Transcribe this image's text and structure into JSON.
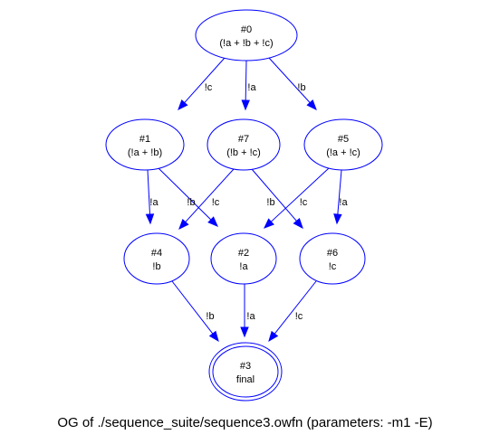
{
  "caption": "OG of ./sequence_suite/sequence3.owfn (parameters: -m1 -E)",
  "colors": {
    "stroke": "#0000ff",
    "text": "#000000",
    "background": "#ffffff"
  },
  "nodes": [
    {
      "id": "0",
      "title": "#0",
      "annotation": "(!a + !b + !c)",
      "final": false
    },
    {
      "id": "1",
      "title": "#1",
      "annotation": "(!a + !b)",
      "final": false
    },
    {
      "id": "7",
      "title": "#7",
      "annotation": "(!b + !c)",
      "final": false
    },
    {
      "id": "5",
      "title": "#5",
      "annotation": "(!a + !c)",
      "final": false
    },
    {
      "id": "4",
      "title": "#4",
      "annotation": "!b",
      "final": false
    },
    {
      "id": "2",
      "title": "#2",
      "annotation": "!a",
      "final": false
    },
    {
      "id": "6",
      "title": "#6",
      "annotation": "!c",
      "final": false
    },
    {
      "id": "3",
      "title": "#3",
      "annotation": "final",
      "final": true
    }
  ],
  "edges": [
    {
      "from": "0",
      "to": "1",
      "label": "!c"
    },
    {
      "from": "0",
      "to": "7",
      "label": "!a"
    },
    {
      "from": "0",
      "to": "5",
      "label": "!b"
    },
    {
      "from": "1",
      "to": "4",
      "label": "!a"
    },
    {
      "from": "1",
      "to": "2",
      "label": "!b"
    },
    {
      "from": "7",
      "to": "4",
      "label": "!c"
    },
    {
      "from": "7",
      "to": "6",
      "label": "!b"
    },
    {
      "from": "5",
      "to": "2",
      "label": "!c"
    },
    {
      "from": "5",
      "to": "6",
      "label": "!a"
    },
    {
      "from": "4",
      "to": "3",
      "label": "!b"
    },
    {
      "from": "2",
      "to": "3",
      "label": "!a"
    },
    {
      "from": "6",
      "to": "3",
      "label": "!c"
    }
  ]
}
